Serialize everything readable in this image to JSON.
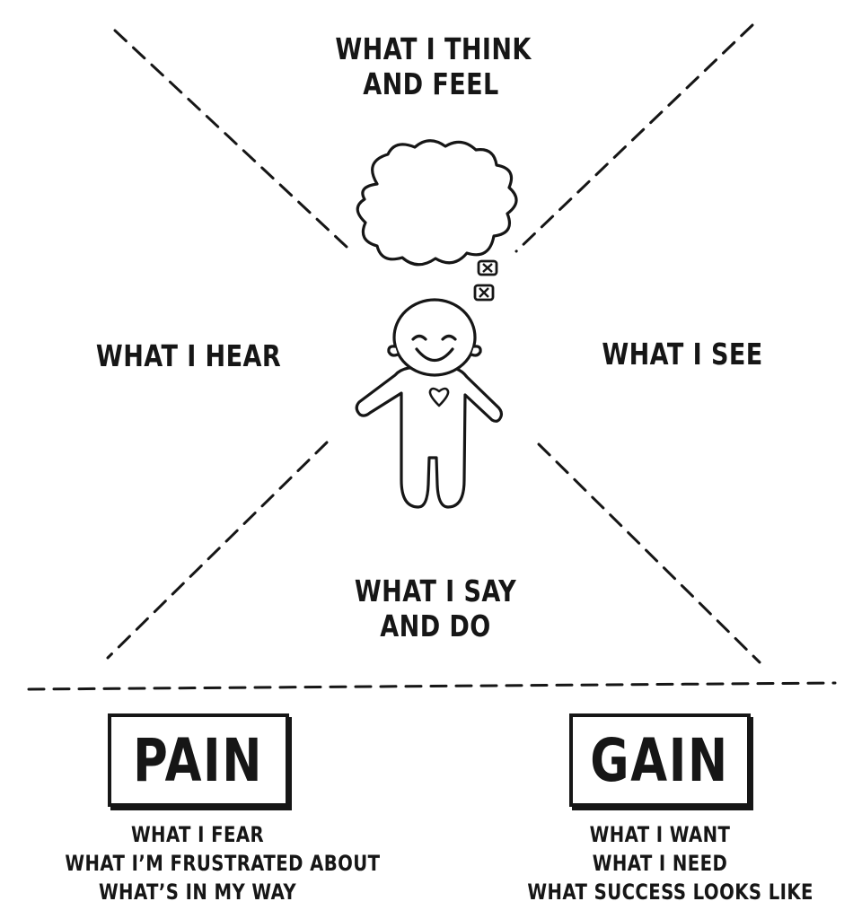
{
  "quadrants": {
    "think_feel": [
      "WHAT I THINK",
      "AND FEEL"
    ],
    "hear": [
      "WHAT I HEAR"
    ],
    "see": [
      "WHAT I SEE"
    ],
    "say_do": [
      "WHAT I SAY",
      "AND DO"
    ]
  },
  "pain": {
    "title": "PAIN",
    "items": [
      "WHAT I FEAR",
      "WHAT I’M FRUSTRATED ABOUT",
      "WHAT’S IN MY WAY"
    ]
  },
  "gain": {
    "title": "GAIN",
    "items": [
      "WHAT I WANT",
      "WHAT I NEED",
      "WHAT SUCCESS LOOKS LIKE"
    ]
  },
  "colors": {
    "ink": "#161616",
    "background": "#ffffff"
  }
}
